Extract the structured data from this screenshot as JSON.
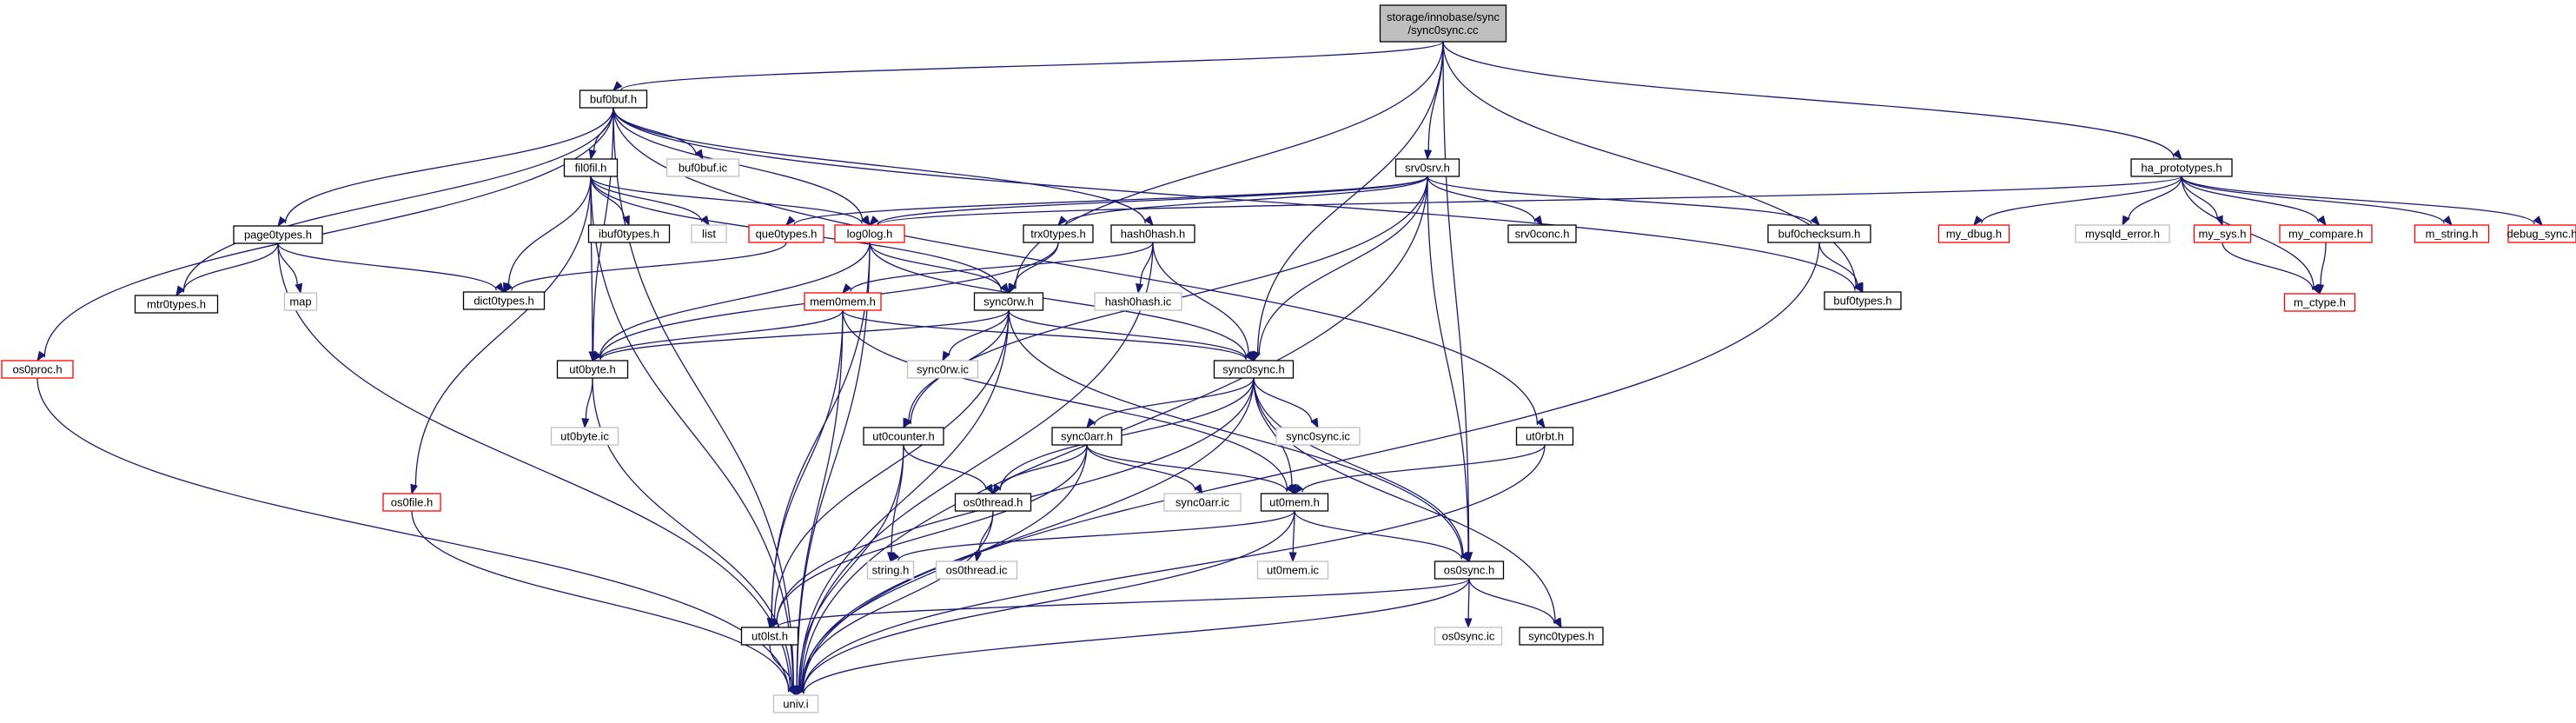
{
  "colors": {
    "edge": "#191970",
    "box_black": "#000000",
    "box_red": "#ff0000",
    "box_gray": "#bfbfbf",
    "root_fill": "#bfbfbf",
    "text": "#000000"
  },
  "nodes": [
    {
      "id": "root",
      "lines": [
        "storage/innobase/sync",
        "/sync0sync.cc"
      ],
      "style": "root"
    },
    {
      "id": "buf0buf",
      "lines": [
        "buf0buf.h"
      ],
      "style": "black"
    },
    {
      "id": "srv0srv",
      "lines": [
        "srv0srv.h"
      ],
      "style": "black"
    },
    {
      "id": "ha_prototypes",
      "lines": [
        "ha_prototypes.h"
      ],
      "style": "black"
    },
    {
      "id": "fil0fil",
      "lines": [
        "fil0fil.h"
      ],
      "style": "black"
    },
    {
      "id": "buf0buf_ic",
      "lines": [
        "buf0buf.ic"
      ],
      "style": "gray"
    },
    {
      "id": "page0types",
      "lines": [
        "page0types.h"
      ],
      "style": "black"
    },
    {
      "id": "ibuf0types",
      "lines": [
        "ibuf0types.h"
      ],
      "style": "black"
    },
    {
      "id": "list",
      "lines": [
        "list"
      ],
      "style": "gray"
    },
    {
      "id": "que0types",
      "lines": [
        "que0types.h"
      ],
      "style": "red"
    },
    {
      "id": "log0log",
      "lines": [
        "log0log.h"
      ],
      "style": "red"
    },
    {
      "id": "trx0types",
      "lines": [
        "trx0types.h"
      ],
      "style": "black"
    },
    {
      "id": "hash0hash",
      "lines": [
        "hash0hash.h"
      ],
      "style": "black"
    },
    {
      "id": "srv0conc",
      "lines": [
        "srv0conc.h"
      ],
      "style": "black"
    },
    {
      "id": "buf0checksum",
      "lines": [
        "buf0checksum.h"
      ],
      "style": "black"
    },
    {
      "id": "buf0types",
      "lines": [
        "buf0types.h"
      ],
      "style": "black"
    },
    {
      "id": "my_dbug",
      "lines": [
        "my_dbug.h"
      ],
      "style": "red"
    },
    {
      "id": "mysqld_error",
      "lines": [
        "mysqld_error.h"
      ],
      "style": "gray"
    },
    {
      "id": "my_sys",
      "lines": [
        "my_sys.h"
      ],
      "style": "red"
    },
    {
      "id": "my_compare",
      "lines": [
        "my_compare.h"
      ],
      "style": "red"
    },
    {
      "id": "m_string",
      "lines": [
        "m_string.h"
      ],
      "style": "red"
    },
    {
      "id": "debug_sync",
      "lines": [
        "debug_sync.h"
      ],
      "style": "red"
    },
    {
      "id": "m_ctype",
      "lines": [
        "m_ctype.h"
      ],
      "style": "red"
    },
    {
      "id": "mtr0types",
      "lines": [
        "mtr0types.h"
      ],
      "style": "black"
    },
    {
      "id": "map",
      "lines": [
        "map"
      ],
      "style": "gray"
    },
    {
      "id": "dict0types",
      "lines": [
        "dict0types.h"
      ],
      "style": "black"
    },
    {
      "id": "os0proc",
      "lines": [
        "os0proc.h"
      ],
      "style": "red"
    },
    {
      "id": "mem0mem",
      "lines": [
        "mem0mem.h"
      ],
      "style": "red"
    },
    {
      "id": "sync0rw",
      "lines": [
        "sync0rw.h"
      ],
      "style": "black"
    },
    {
      "id": "hash0hash_ic",
      "lines": [
        "hash0hash.ic"
      ],
      "style": "gray"
    },
    {
      "id": "ut0byte",
      "lines": [
        "ut0byte.h"
      ],
      "style": "black"
    },
    {
      "id": "sync0rw_ic",
      "lines": [
        "sync0rw.ic"
      ],
      "style": "gray"
    },
    {
      "id": "sync0sync",
      "lines": [
        "sync0sync.h"
      ],
      "style": "black"
    },
    {
      "id": "ut0byte_ic",
      "lines": [
        "ut0byte.ic"
      ],
      "style": "gray"
    },
    {
      "id": "ut0counter",
      "lines": [
        "ut0counter.h"
      ],
      "style": "black"
    },
    {
      "id": "sync0arr",
      "lines": [
        "sync0arr.h"
      ],
      "style": "black"
    },
    {
      "id": "sync0sync_ic",
      "lines": [
        "sync0sync.ic"
      ],
      "style": "gray"
    },
    {
      "id": "ut0rbt",
      "lines": [
        "ut0rbt.h"
      ],
      "style": "black"
    },
    {
      "id": "os0file",
      "lines": [
        "os0file.h"
      ],
      "style": "red"
    },
    {
      "id": "os0thread",
      "lines": [
        "os0thread.h"
      ],
      "style": "black"
    },
    {
      "id": "sync0arr_ic",
      "lines": [
        "sync0arr.ic"
      ],
      "style": "gray"
    },
    {
      "id": "ut0mem",
      "lines": [
        "ut0mem.h"
      ],
      "style": "black"
    },
    {
      "id": "string",
      "lines": [
        "string.h"
      ],
      "style": "gray"
    },
    {
      "id": "os0thread_ic",
      "lines": [
        "os0thread.ic"
      ],
      "style": "gray"
    },
    {
      "id": "ut0mem_ic",
      "lines": [
        "ut0mem.ic"
      ],
      "style": "gray"
    },
    {
      "id": "os0sync",
      "lines": [
        "os0sync.h"
      ],
      "style": "black"
    },
    {
      "id": "ut0lst",
      "lines": [
        "ut0lst.h"
      ],
      "style": "black"
    },
    {
      "id": "os0sync_ic",
      "lines": [
        "os0sync.ic"
      ],
      "style": "gray"
    },
    {
      "id": "sync0types",
      "lines": [
        "sync0types.h"
      ],
      "style": "black"
    },
    {
      "id": "univ",
      "lines": [
        "univ.i"
      ],
      "style": "gray"
    }
  ],
  "edges": [
    [
      "root",
      "buf0buf"
    ],
    [
      "root",
      "srv0srv"
    ],
    [
      "root",
      "ha_prototypes"
    ],
    [
      "root",
      "sync0rw"
    ],
    [
      "root",
      "sync0sync"
    ],
    [
      "root",
      "os0sync"
    ],
    [
      "root",
      "buf0types"
    ],
    [
      "buf0buf",
      "fil0fil"
    ],
    [
      "buf0buf",
      "buf0buf_ic"
    ],
    [
      "buf0buf",
      "page0types"
    ],
    [
      "buf0buf",
      "log0log"
    ],
    [
      "buf0buf",
      "hash0hash"
    ],
    [
      "buf0buf",
      "ut0rbt"
    ],
    [
      "buf0buf",
      "buf0types"
    ],
    [
      "buf0buf",
      "mtr0types"
    ],
    [
      "buf0buf",
      "os0proc"
    ],
    [
      "buf0buf",
      "univ"
    ],
    [
      "buf0buf",
      "ut0byte"
    ],
    [
      "fil0fil",
      "dict0types"
    ],
    [
      "fil0fil",
      "ibuf0types"
    ],
    [
      "fil0fil",
      "list"
    ],
    [
      "fil0fil",
      "log0log"
    ],
    [
      "fil0fil",
      "sync0rw"
    ],
    [
      "fil0fil",
      "ut0byte"
    ],
    [
      "fil0fil",
      "os0file"
    ],
    [
      "fil0fil",
      "univ"
    ],
    [
      "page0types",
      "dict0types"
    ],
    [
      "page0types",
      "mtr0types"
    ],
    [
      "page0types",
      "map"
    ],
    [
      "page0types",
      "univ"
    ],
    [
      "srv0srv",
      "log0log"
    ],
    [
      "srv0srv",
      "que0types"
    ],
    [
      "srv0srv",
      "trx0types"
    ],
    [
      "srv0srv",
      "srv0conc"
    ],
    [
      "srv0srv",
      "buf0checksum"
    ],
    [
      "srv0srv",
      "sync0sync"
    ],
    [
      "srv0srv",
      "ut0counter"
    ],
    [
      "srv0srv",
      "os0sync"
    ],
    [
      "srv0srv",
      "univ"
    ],
    [
      "ha_prototypes",
      "my_dbug"
    ],
    [
      "ha_prototypes",
      "mysqld_error"
    ],
    [
      "ha_prototypes",
      "my_sys"
    ],
    [
      "ha_prototypes",
      "my_compare"
    ],
    [
      "ha_prototypes",
      "m_string"
    ],
    [
      "ha_prototypes",
      "debug_sync"
    ],
    [
      "ha_prototypes",
      "m_ctype"
    ],
    [
      "ha_prototypes",
      "log0log"
    ],
    [
      "my_sys",
      "m_ctype"
    ],
    [
      "my_compare",
      "m_ctype"
    ],
    [
      "que0types",
      "dict0types"
    ],
    [
      "log0log",
      "sync0rw"
    ],
    [
      "log0log",
      "sync0sync"
    ],
    [
      "log0log",
      "ut0byte"
    ],
    [
      "log0log",
      "ut0lst"
    ],
    [
      "log0log",
      "univ"
    ],
    [
      "trx0types",
      "ut0byte"
    ],
    [
      "trx0types",
      "sync0rw"
    ],
    [
      "hash0hash",
      "mem0mem"
    ],
    [
      "hash0hash",
      "sync0sync"
    ],
    [
      "hash0hash",
      "hash0hash_ic"
    ],
    [
      "hash0hash",
      "univ"
    ],
    [
      "buf0checksum",
      "buf0types"
    ],
    [
      "buf0checksum",
      "univ"
    ],
    [
      "mem0mem",
      "ut0byte"
    ],
    [
      "mem0mem",
      "sync0sync"
    ],
    [
      "mem0mem",
      "ut0mem"
    ],
    [
      "mem0mem",
      "ut0lst"
    ],
    [
      "mem0mem",
      "univ"
    ],
    [
      "sync0rw",
      "sync0sync"
    ],
    [
      "sync0rw",
      "sync0rw_ic"
    ],
    [
      "sync0rw",
      "ut0counter"
    ],
    [
      "sync0rw",
      "os0sync"
    ],
    [
      "sync0rw",
      "ut0lst"
    ],
    [
      "sync0rw",
      "univ"
    ],
    [
      "sync0rw",
      "ut0byte"
    ],
    [
      "ut0byte",
      "ut0byte_ic"
    ],
    [
      "ut0byte",
      "univ"
    ],
    [
      "sync0sync",
      "sync0arr"
    ],
    [
      "sync0sync",
      "sync0sync_ic"
    ],
    [
      "sync0sync",
      "os0thread"
    ],
    [
      "sync0sync",
      "ut0mem"
    ],
    [
      "sync0sync",
      "os0sync"
    ],
    [
      "sync0sync",
      "sync0types"
    ],
    [
      "sync0sync",
      "ut0lst"
    ],
    [
      "sync0sync",
      "univ"
    ],
    [
      "ut0counter",
      "os0thread"
    ],
    [
      "ut0counter",
      "string"
    ],
    [
      "ut0counter",
      "univ"
    ],
    [
      "sync0arr",
      "os0thread"
    ],
    [
      "sync0arr",
      "sync0arr_ic"
    ],
    [
      "sync0arr",
      "ut0mem"
    ],
    [
      "sync0arr",
      "ut0lst"
    ],
    [
      "sync0arr",
      "univ"
    ],
    [
      "ut0rbt",
      "ut0mem"
    ],
    [
      "ut0rbt",
      "univ"
    ],
    [
      "os0file",
      "univ"
    ],
    [
      "os0thread",
      "os0thread_ic"
    ],
    [
      "os0thread",
      "univ"
    ],
    [
      "ut0mem",
      "string"
    ],
    [
      "ut0mem",
      "ut0mem_ic"
    ],
    [
      "ut0mem",
      "os0sync"
    ],
    [
      "ut0mem",
      "univ"
    ],
    [
      "os0sync",
      "ut0lst"
    ],
    [
      "os0sync",
      "os0sync_ic"
    ],
    [
      "os0sync",
      "sync0types"
    ],
    [
      "os0sync",
      "univ"
    ],
    [
      "ut0lst",
      "univ"
    ],
    [
      "os0proc",
      "univ"
    ]
  ]
}
